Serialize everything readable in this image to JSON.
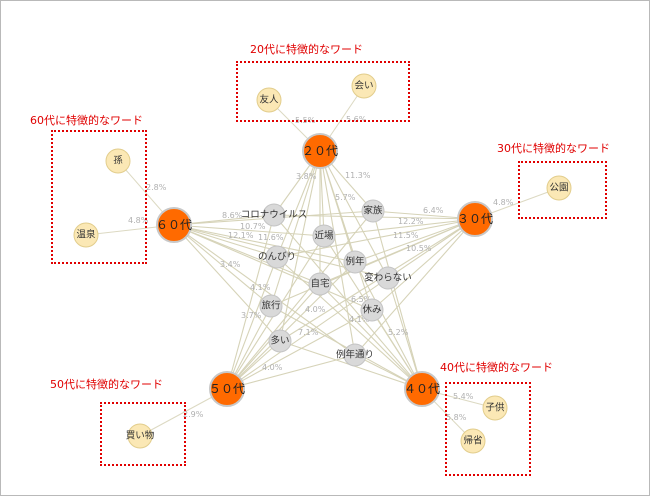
{
  "diagram": {
    "groups": [
      {
        "id": "g20",
        "title": "20代に特徴的なワード"
      },
      {
        "id": "g30",
        "title": "30代に特徴的なワード"
      },
      {
        "id": "g40",
        "title": "40代に特徴的なワード"
      },
      {
        "id": "g50",
        "title": "50代に特徴的なワード"
      },
      {
        "id": "g60",
        "title": "60代に特徴的なワード"
      }
    ],
    "age_nodes": [
      {
        "id": "a20",
        "label": "２０代"
      },
      {
        "id": "a30",
        "label": "３０代"
      },
      {
        "id": "a40",
        "label": "４０代"
      },
      {
        "id": "a50",
        "label": "５０代"
      },
      {
        "id": "a60",
        "label": "６０代"
      }
    ],
    "common_words": [
      "コロナウイルス",
      "近場",
      "家族",
      "のんびり",
      "例年",
      "変わらない",
      "自宅",
      "旅行",
      "休み",
      "多い",
      "例年通り"
    ],
    "special_words": [
      {
        "id": "s-yujin",
        "label": "友人",
        "age": "a20"
      },
      {
        "id": "s-ai",
        "label": "会い",
        "age": "a20"
      },
      {
        "id": "s-koen",
        "label": "公園",
        "age": "a30"
      },
      {
        "id": "s-kodomo",
        "label": "子供",
        "age": "a40"
      },
      {
        "id": "s-kisei",
        "label": "帰省",
        "age": "a40"
      },
      {
        "id": "s-kaimono",
        "label": "買い物",
        "age": "a50"
      },
      {
        "id": "s-mago",
        "label": "孫",
        "age": "a60"
      },
      {
        "id": "s-onsen",
        "label": "温泉",
        "age": "a60"
      }
    ],
    "edge_labels": [
      "5.5%",
      "5.6%",
      "4.8%",
      "5.4%",
      "5.8%",
      "2.9%",
      "2.8%",
      "4.8%",
      "8.6%",
      "10.7%",
      "12.1%",
      "11.6%",
      "3.8%",
      "11.3%",
      "5.7%",
      "6.4%",
      "12.2%",
      "11.5%",
      "10.5%",
      "4.0%",
      "6.5%",
      "4.1%",
      "3.4%",
      "5.2%",
      "4.1%",
      "7.1%",
      "3.7%",
      "4.0%"
    ]
  }
}
